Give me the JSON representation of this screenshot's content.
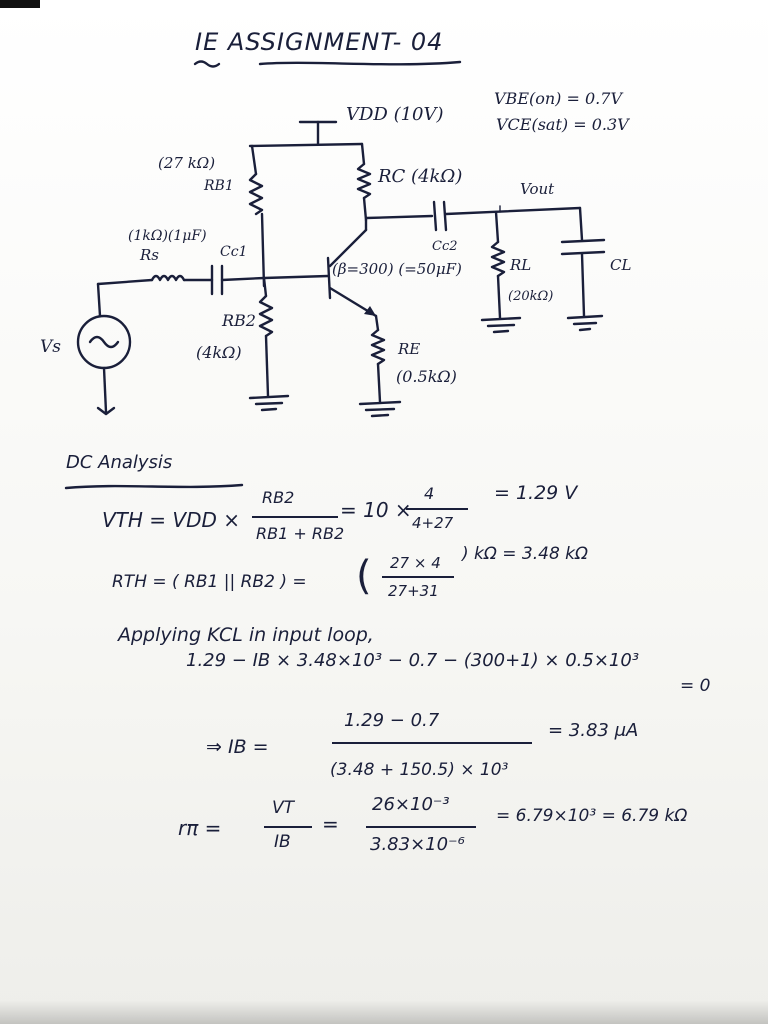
{
  "title": "IE ASSIGNMENT- 04",
  "circuit": {
    "vdd": "VDD (10V)",
    "vbe": "VBE(on) = 0.7V",
    "vce": "VCE(sat) = 0.3V",
    "rb1_value": "(27 kΩ)",
    "rb1": "RB1",
    "rc": "RC (4kΩ)",
    "vout": "Vout",
    "rs_values": "(1kΩ)(1μF)",
    "rs": "Rs",
    "cc1": "Cc1",
    "cc2": "Cc2",
    "beta": "(β=300) (=50μF)",
    "rl": "RL",
    "rl_value": "(20kΩ)",
    "cl": "CL",
    "rb2": "RB2",
    "rb2_value": "(4kΩ)",
    "vs": "Vs",
    "re": "RE",
    "re_value": "(0.5kΩ)"
  },
  "analysis": {
    "heading": "DC Analysis",
    "vth_lhs": "VTH = VDD ×",
    "vth_num": "RB2",
    "vth_den": "RB1 + RB2",
    "vth_mid": "= 10 ×",
    "vth_num2": "4",
    "vth_den2": "4+27",
    "vth_result": "= 1.29 V",
    "rth_lhs": "RTH = ( RB1 || RB2 ) =",
    "rth_num": "27 × 4",
    "rth_den": "27+31",
    "rth_result": ") kΩ = 3.48 kΩ",
    "kcl_label": "Applying KCL in input loop,",
    "kcl_eq": "1.29 − IB × 3.48×10³ − 0.7 − (300+1) × 0.5×10³",
    "kcl_rhs": "= 0",
    "ib_lhs": "⇒ IB =",
    "ib_num": "1.29 − 0.7",
    "ib_den": "(3.48 + 150.5) × 10³",
    "ib_result": "= 3.83 μA",
    "rpi_lhs": "rπ =",
    "rpi_num": "VT",
    "rpi_den": "IB",
    "rpi_eq": "=",
    "rpi_num2": "26×10⁻³",
    "rpi_den2": "3.83×10⁻⁶",
    "rpi_result": "= 6.79×10³ = 6.79 kΩ"
  }
}
